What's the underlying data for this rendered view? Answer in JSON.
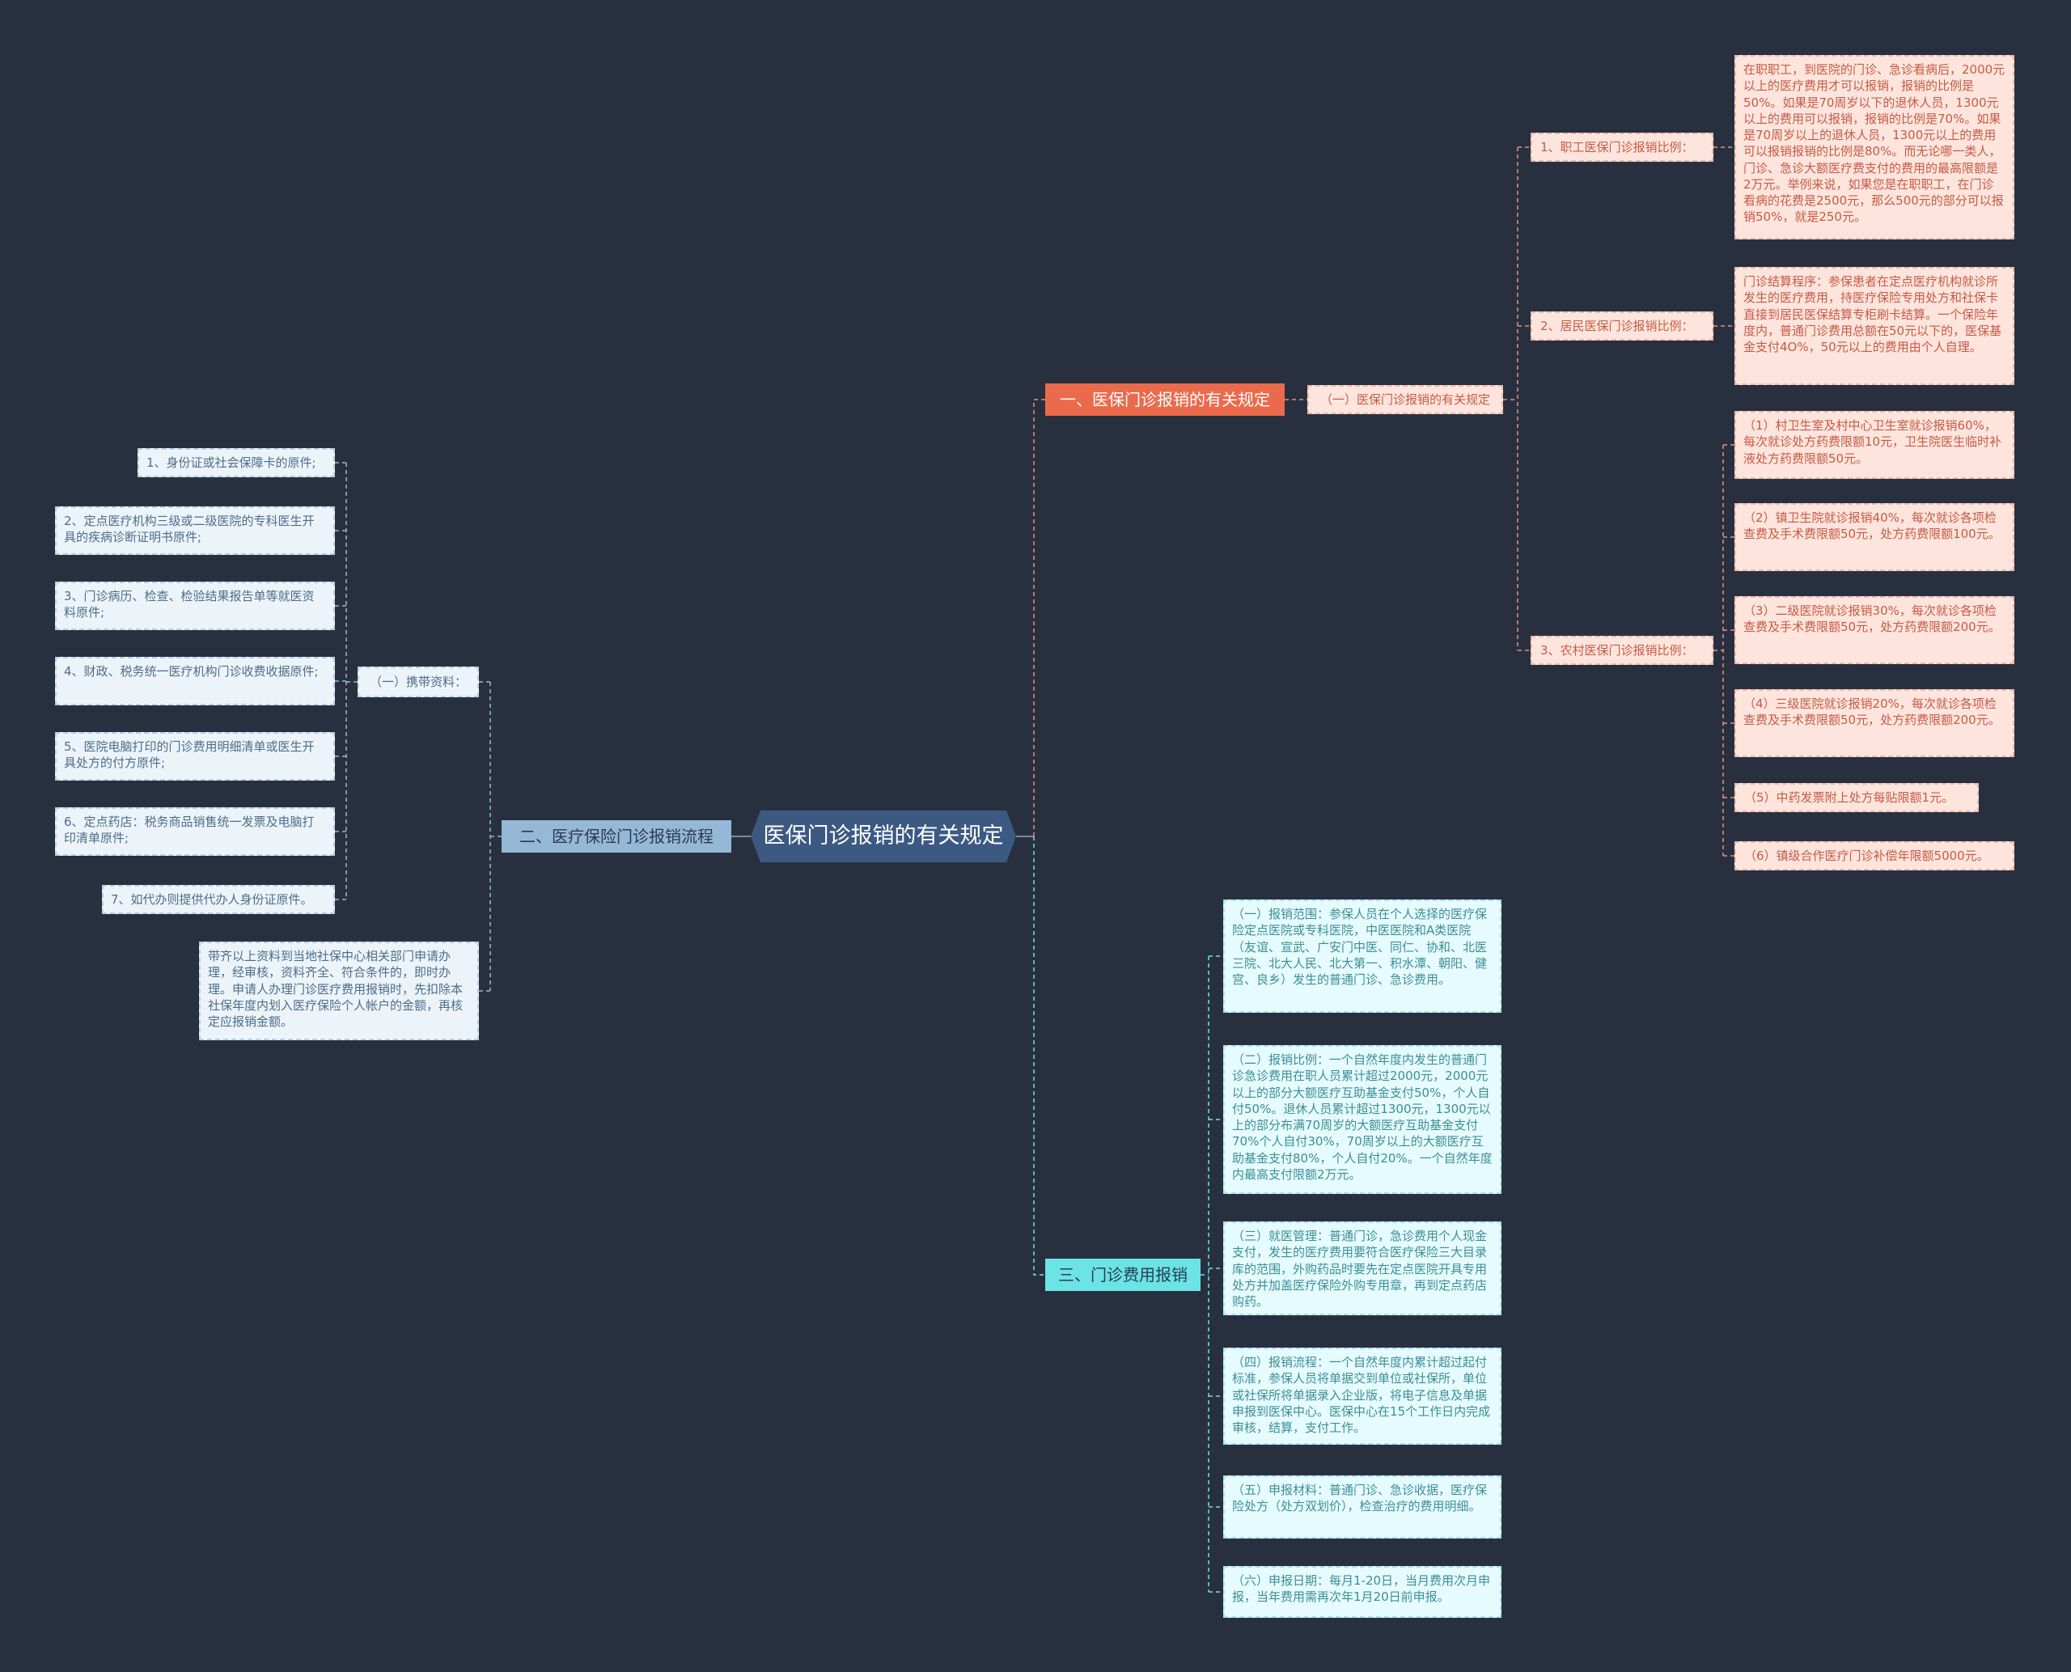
{
  "root": {
    "title": "医保门诊报销的有关规定"
  },
  "branch1": {
    "title": "一、医保门诊报销的有关规定",
    "sub": "（一）医保门诊报销的有关规定",
    "items": [
      {
        "label": "1、职工医保门诊报销比例：",
        "detail": "在职职工，到医院的门诊、急诊看病后，2000元以上的医疗费用才可以报销，报销的比例是50%。如果是70周岁以下的退休人员，1300元以上的费用可以报销，报销的比例是70%。如果是70周岁以上的退休人员，1300元以上的费用可以报销报销的比例是80%。而无论哪一类人，门诊、急诊大额医疗费支付的费用的最高限额是2万元。举例来说，如果您是在职职工，在门诊看病的花费是2500元，那么500元的部分可以报销50%，就是250元。"
      },
      {
        "label": "2、居民医保门诊报销比例：",
        "detail": "门诊结算程序：参保患者在定点医疗机构就诊所发生的医疗费用，持医疗保险专用处方和社保卡直接到居民医保结算专柜刷卡结算。一个保险年度内，普通门诊费用总额在50元以下的，医保基金支付4O%，50元以上的费用由个人自理。"
      },
      {
        "label": "3、农村医保门诊报销比例：",
        "details": [
          "（1）村卫生室及村中心卫生室就诊报销60%，每次就诊处方药费限额10元，卫生院医生临时补液处方药费限额50元。",
          "（2）镇卫生院就诊报销40%，每次就诊各项检查费及手术费限额50元，处方药费限额100元。",
          "（3）二级医院就诊报销30%，每次就诊各项检查费及手术费限额50元，处方药费限额200元。",
          "（4）三级医院就诊报销20%，每次就诊各项检查费及手术费限额50元，处方药费限额200元。",
          "（5）中药发票附上处方每贴限额1元。",
          "（6）镇级合作医疗门诊补偿年限额5000元。"
        ]
      }
    ]
  },
  "branch2": {
    "title": "二、医疗保险门诊报销流程",
    "sub": "（一）携带资料：",
    "items": [
      "1、身份证或社会保障卡的原件;",
      "2、定点医疗机构三级或二级医院的专科医生开具的疾病诊断证明书原件;",
      "3、门诊病历、检查、检验结果报告单等就医资料原件;",
      "4、财政、税务统一医疗机构门诊收费收据原件;",
      "5、医院电脑打印的门诊费用明细清单或医生开具处方的付方原件;",
      "6、定点药店：税务商品销售统一发票及电脑打印清单原件;",
      "7、如代办则提供代办人身份证原件。"
    ],
    "note": "带齐以上资料到当地社保中心相关部门申请办理，经审核，资料齐全、符合条件的，即时办理。申请人办理门诊医疗费用报销时，先扣除本社保年度内划入医疗保险个人帐户的金额，再核定应报销金额。"
  },
  "branch3": {
    "title": "三、门诊费用报销",
    "items": [
      "（一）报销范围：参保人员在个人选择的医疗保险定点医院或专科医院，中医医院和A类医院（友谊、宣武、广安门中医、同仁、协和、北医三院、北大人民、北大第一、积水潭、朝阳、健宫、良乡）发生的普通门诊、急诊费用。",
      "（二）报销比例：一个自然年度内发生的普通门诊急诊费用在职人员累计超过2000元，2000元以上的部分大额医疗互助基金支付50%，个人自付50%。退休人员累计超过1300元，1300元以上的部分布满70周岁的大额医疗互助基金支付70%个人自付30%，70周岁以上的大额医疗互助基金支付80%，个人自付20%。一个自然年度内最高支付限额2万元。",
      "（三）就医管理：普通门诊，急诊费用个人现金支付，发生的医疗费用要符合医疗保险三大目录库的范围，外购药品时要先在定点医院开具专用处方并加盖医疗保险外购专用章，再到定点药店购药。",
      "（四）报销流程：一个自然年度内累计超过起付标准，参保人员将单据交到单位或社保所，单位或社保所将单据录入企业版，将电子信息及单据申报到医保中心。医保中心在15个工作日内完成审核，结算，支付工作。",
      "（五）申报材料：普通门诊、急诊收据，医疗保险处方（处方双划价），检查治疗的费用明细。",
      "（六）申报日期：每月1-20日，当月费用次月申报，当年费用需再次年1月20日前申报。"
    ]
  },
  "colors": {
    "background": "#283040",
    "root": "#3c5982",
    "branch1": "#ec6a4c",
    "branch2": "#95b8d6",
    "branch3": "#6ce3e5",
    "pink_node": "#fde5dd",
    "cyan_node": "#e6fbfd",
    "blue_node": "#ecf4fa"
  }
}
